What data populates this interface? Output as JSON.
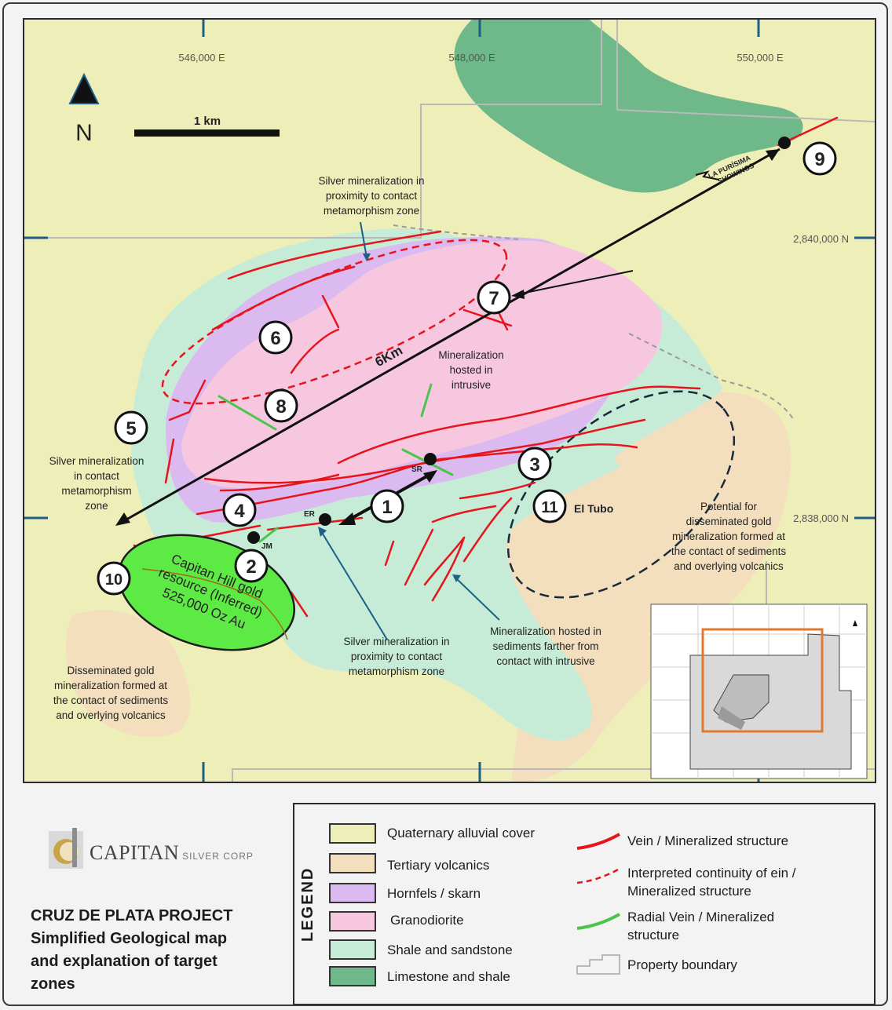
{
  "map": {
    "north_label": "N",
    "scale_label": "1 km",
    "coords": {
      "easting": [
        "546,000 E",
        "548,000 E",
        "550,000 E"
      ],
      "northing": [
        "2,840,000 N",
        "2,838,000 N"
      ]
    },
    "targets": [
      "1",
      "2",
      "3",
      "4",
      "5",
      "6",
      "7",
      "8",
      "9",
      "10",
      "11"
    ],
    "labels": {
      "el_tubo": "El Tubo",
      "distance": "6Km",
      "sr": "SR",
      "er": "ER",
      "jm": "JM",
      "la_purisima": [
        "LA PURÍSIMA",
        "SHOWINGS"
      ]
    },
    "annotations": {
      "silver_top": [
        "Silver mineralization in",
        "proximity to contact",
        "metamorphism zone"
      ],
      "intrusive": [
        "Mineralization",
        "hosted in",
        "intrusive"
      ],
      "silver_left": [
        "Silver mineralization",
        "in contact",
        "metamorphism",
        "zone"
      ],
      "potential": [
        "Potential for",
        "disseminated gold",
        "mineralization formed at",
        "the contact of sediments",
        "and overlying volcanics"
      ],
      "silver_bottom": [
        "Silver mineralization in",
        "proximity to contact",
        "metamorphism zone"
      ],
      "sediments": [
        "Mineralization hosted in",
        "sediments farther from",
        "contact with intrusive"
      ],
      "disseminated": [
        "Disseminated gold",
        "mineralization formed at",
        "the contact of sediments",
        "and overlying volcanics"
      ],
      "capitan_hill": [
        "Capitan Hill gold",
        "resource (Inferred)",
        "525,000 Oz Au"
      ]
    },
    "colors": {
      "alluvial": "#eeeeb8",
      "volcanics": "#f3dfbe",
      "hornfels": "#dbbbef",
      "granodiorite": "#f7c7df",
      "shale": "#c6ecd8",
      "limestone": "#6fb889",
      "vein": "#e8141c",
      "radial": "#4cc44c",
      "resource": "#5eea45"
    }
  },
  "logo": {
    "name": "CAPITAN",
    "sub": "SILVER CORP"
  },
  "title": [
    "CRUZ DE PLATA PROJECT",
    "Simplified Geological map",
    "and explanation of target",
    "zones"
  ],
  "legend": {
    "title": "LEGEND",
    "units": [
      {
        "label": "Quaternary alluvial cover",
        "color": "#eeeeb8"
      },
      {
        "label": "Tertiary volcanics",
        "color": "#f3dfbe"
      },
      {
        "label": "Hornfels / skarn",
        "color": "#dbbbef"
      },
      {
        "label": "Granodiorite",
        "color": "#f7c7df"
      },
      {
        "label": "Shale and sandstone",
        "color": "#c6ecd8"
      },
      {
        "label": "Limestone and shale",
        "color": "#6fb889"
      }
    ],
    "symbols": [
      {
        "label": "Vein / Mineralized structure"
      },
      {
        "label": "Interpreted continuity of ein /",
        "label2": "Mineralized structure"
      },
      {
        "label": "Radial Vein / Mineralized",
        "label2": "structure"
      },
      {
        "label": "Property boundary"
      }
    ]
  }
}
